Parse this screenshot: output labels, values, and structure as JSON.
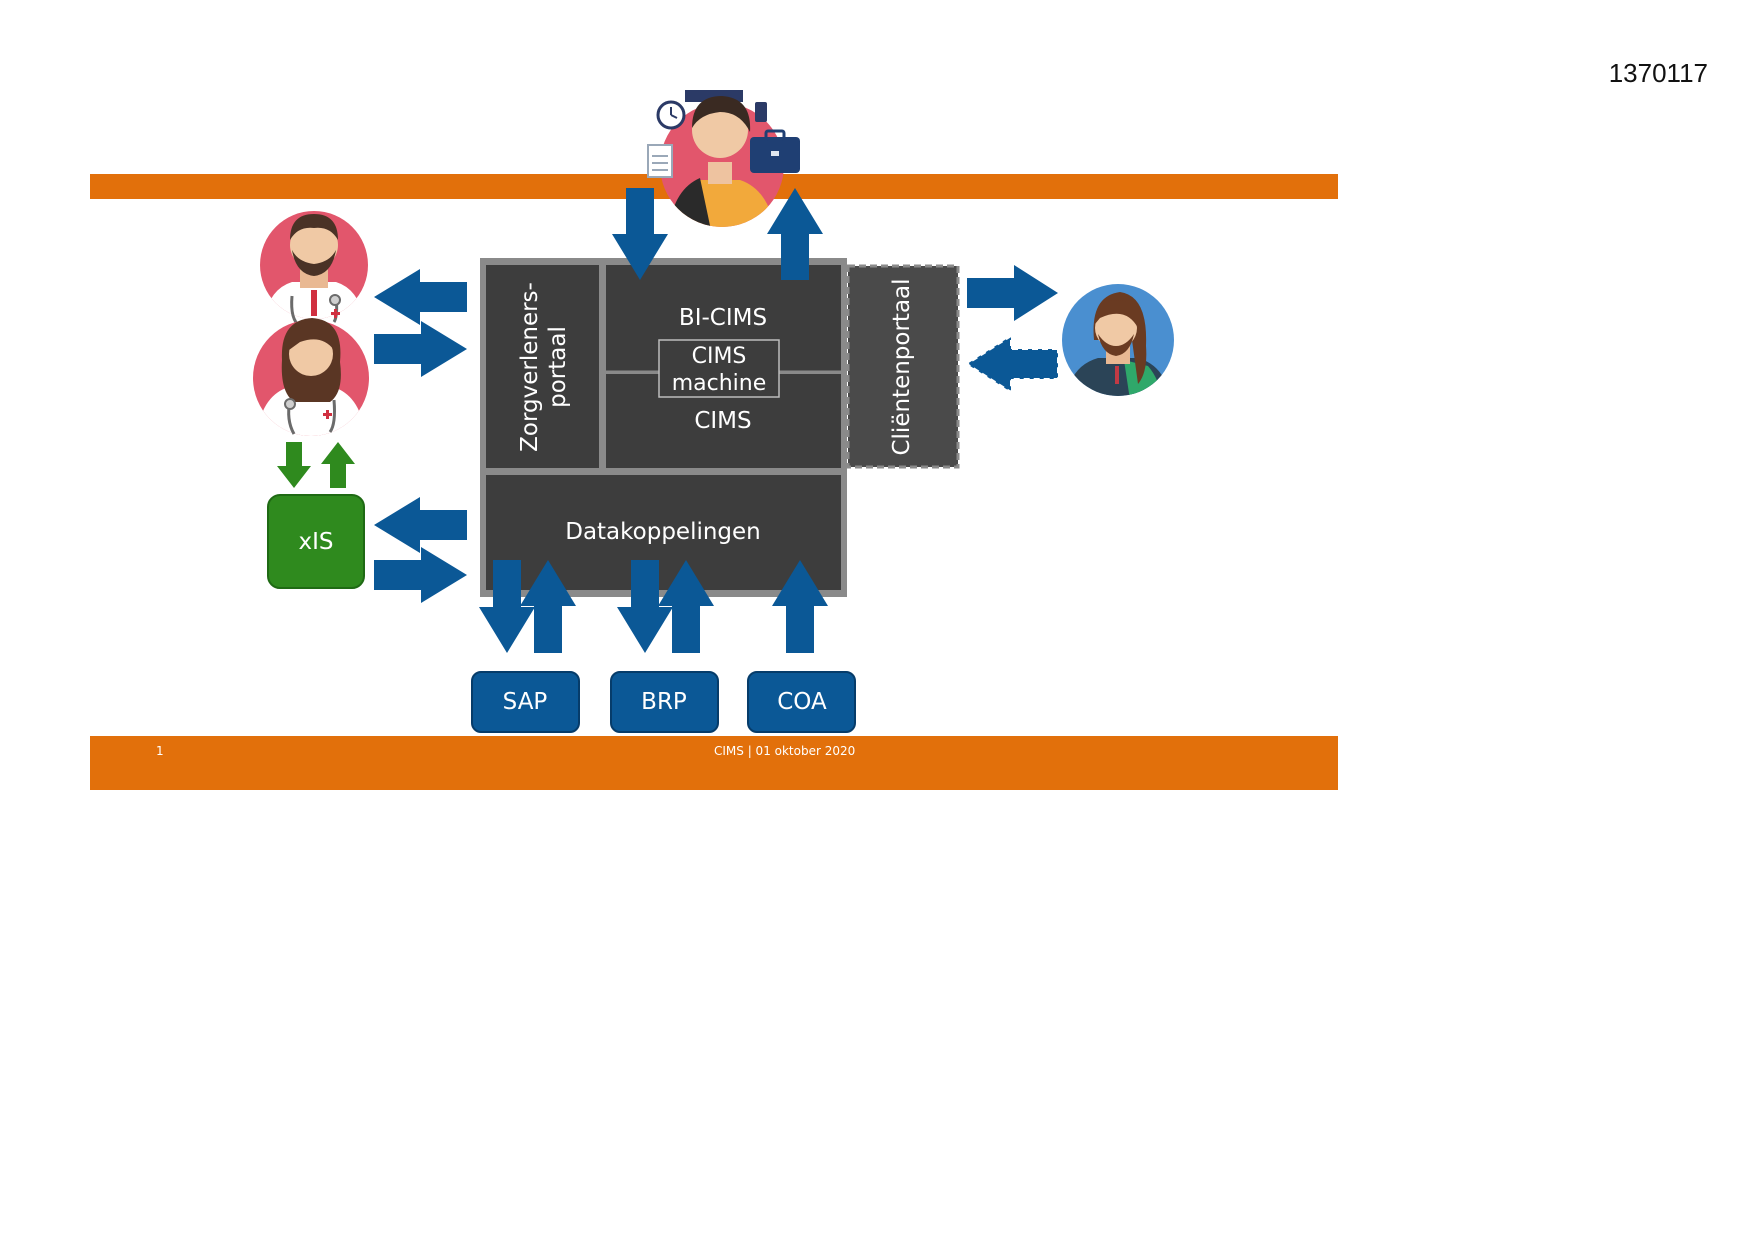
{
  "document": {
    "number": "1370117"
  },
  "diagram": {
    "zorgverleners_portaal": [
      "Zorgverleners-",
      "portaal"
    ],
    "bi_cims": "BI-CIMS",
    "cims_machine": [
      "CIMS",
      "machine"
    ],
    "cims": "CIMS",
    "clientenportaal": "Cliëntenportaal",
    "datakoppelingen": "Datakoppelingen",
    "xis": "xIS",
    "sources": [
      "SAP",
      "BRP",
      "COA"
    ]
  },
  "footer": {
    "page": "1",
    "title": "CIMS | 01 oktober 2020"
  },
  "colors": {
    "orange": "#e2700b",
    "dark_box": "#3d3d3d",
    "blue_arrow": "#0b5896",
    "green": "#2f8a1e",
    "pink": "#e2566c",
    "light_blue": "#4a8fd0"
  }
}
